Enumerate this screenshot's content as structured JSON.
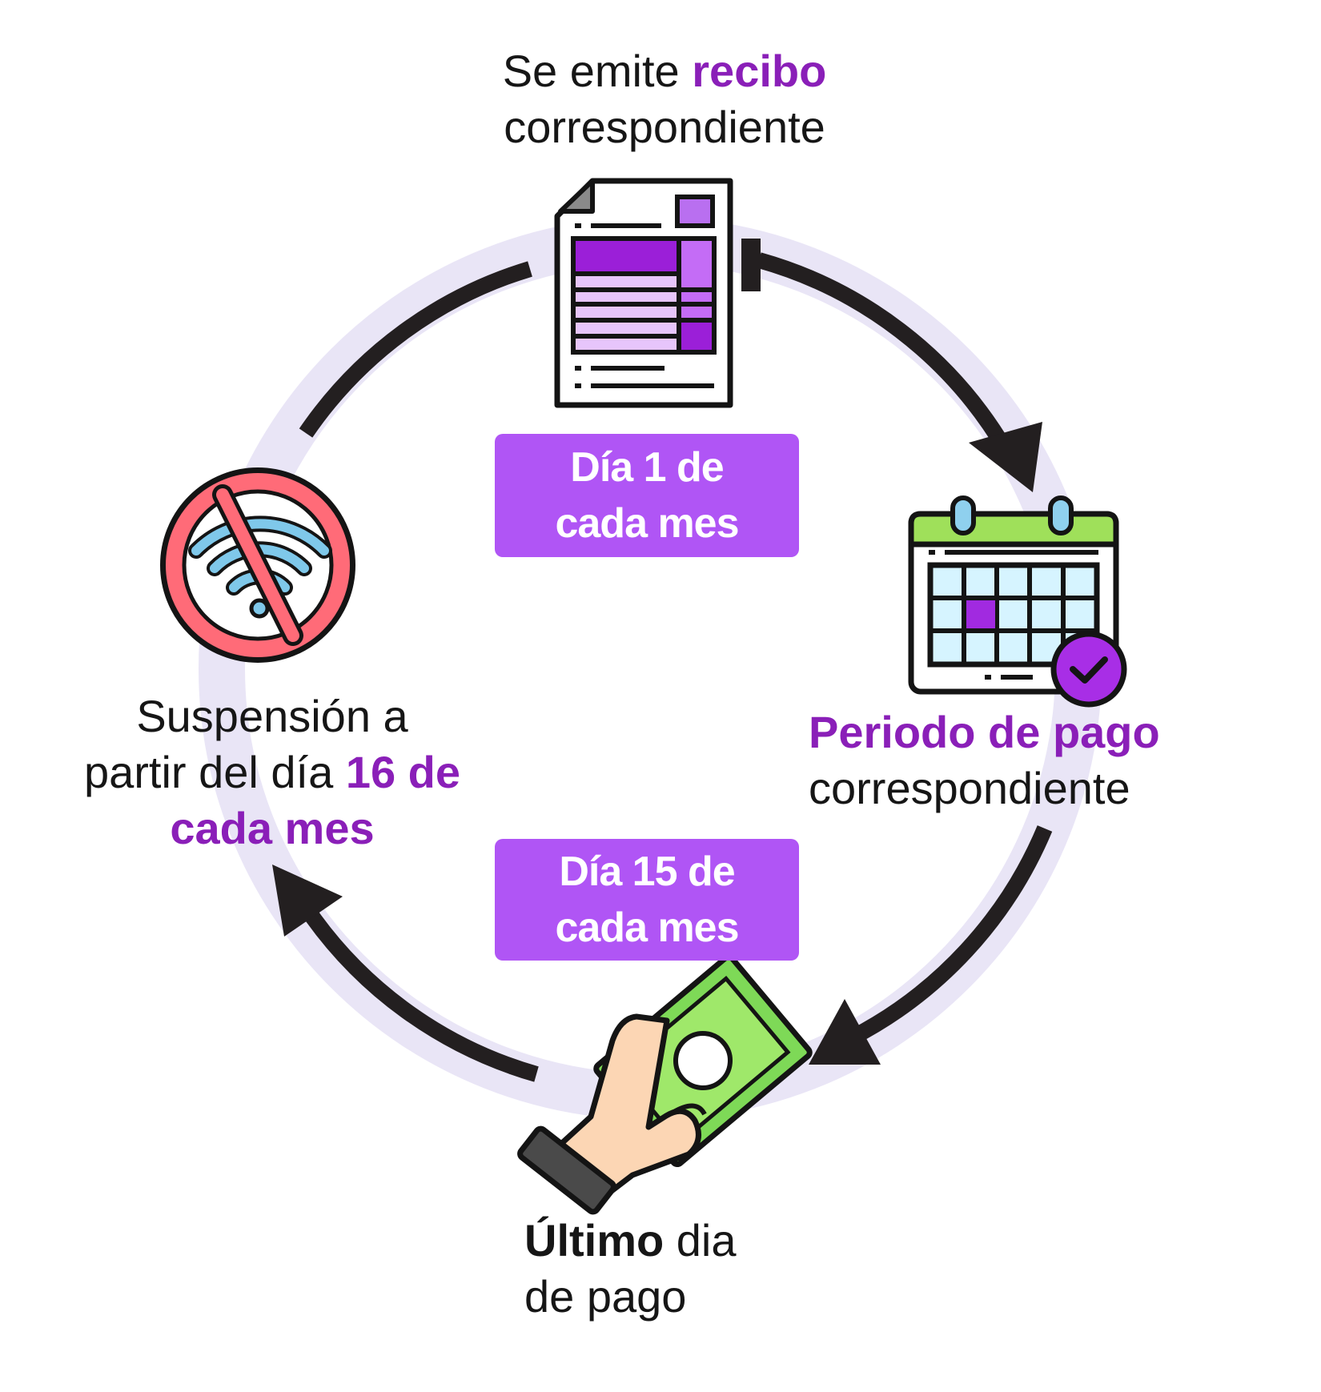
{
  "top": {
    "prefix": "Se emite",
    "highlight": "recibo",
    "line2": "correspondiente"
  },
  "right": {
    "highlight": "Periodo de pago",
    "line2": "correspondiente"
  },
  "bottom": {
    "bold": "Último",
    "rest": "dia",
    "line2": "de pago"
  },
  "left": {
    "line1": "Suspensión a",
    "line2_prefix": "partir del día",
    "line2_highlight": "16 de",
    "line3": "cada mes"
  },
  "box_top": {
    "line1": "Día 1 de",
    "line2": "cada mes"
  },
  "box_bottom": {
    "line1": "Día 15 de",
    "line2": "cada mes"
  },
  "icons": [
    "receipt-icon",
    "calendar-check-icon",
    "hand-money-icon",
    "no-wifi-icon"
  ],
  "colors": {
    "accent_text": "#8a1fb8",
    "box_fill": "#b055f5",
    "ring": "#e9e5f6",
    "arrow": "#231f20"
  }
}
